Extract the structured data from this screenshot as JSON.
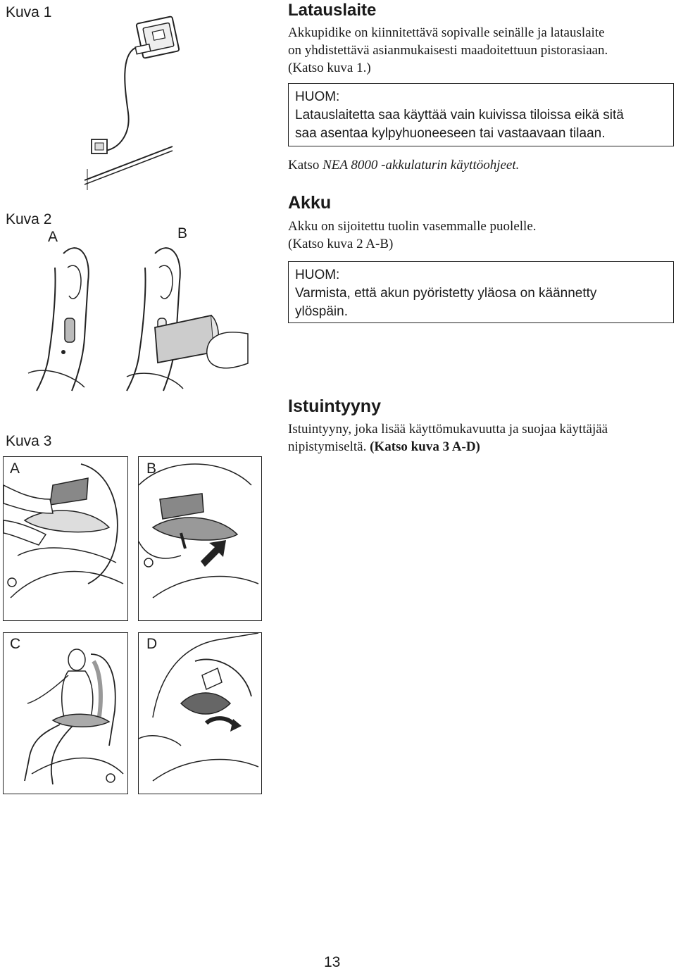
{
  "figures": {
    "kuva1": "Kuva 1",
    "kuva2": "Kuva 2",
    "kuva3": "Kuva 3",
    "sub_a": "A",
    "sub_b": "B",
    "sub_c": "C",
    "sub_d": "D"
  },
  "latauslaite": {
    "heading": "Latauslaite",
    "text1": "Akkupidike on kiinnitettävä sopivalle seinälle ja latauslaite",
    "text2": "on yhdistettävä asianmukaisesti maadoitettuun pistorasiaan.",
    "ref": "(Katso kuva 1.)",
    "note_title": "HUOM:",
    "note_line1": "Latauslaitetta saa käyttää vain kuivissa tiloissa eikä sitä",
    "note_line2": "saa asentaa kylpyhuoneeseen tai vastaavaan tilaan.",
    "see_prefix": "Katso ",
    "see_italic": "NEA 8000 -akkulaturin käyttöohjeet."
  },
  "akku": {
    "heading": "Akku",
    "text": "Akku on sijoitettu tuolin vasemmalle puolelle.",
    "ref": "(Katso kuva 2 A-B)",
    "note_title": "HUOM:",
    "note_line1": "Varmista, että akun pyöristetty yläosa on käännetty",
    "note_line2": "ylöspäin."
  },
  "istuintyyny": {
    "heading": "Istuintyyny",
    "text": "Istuintyyny, joka lisää käyttömukavuutta ja suojaa käyttäjää",
    "text2": "nipistymiseltä.",
    "ref": "(Katso kuva 3 A-D)"
  },
  "page_number": "13"
}
